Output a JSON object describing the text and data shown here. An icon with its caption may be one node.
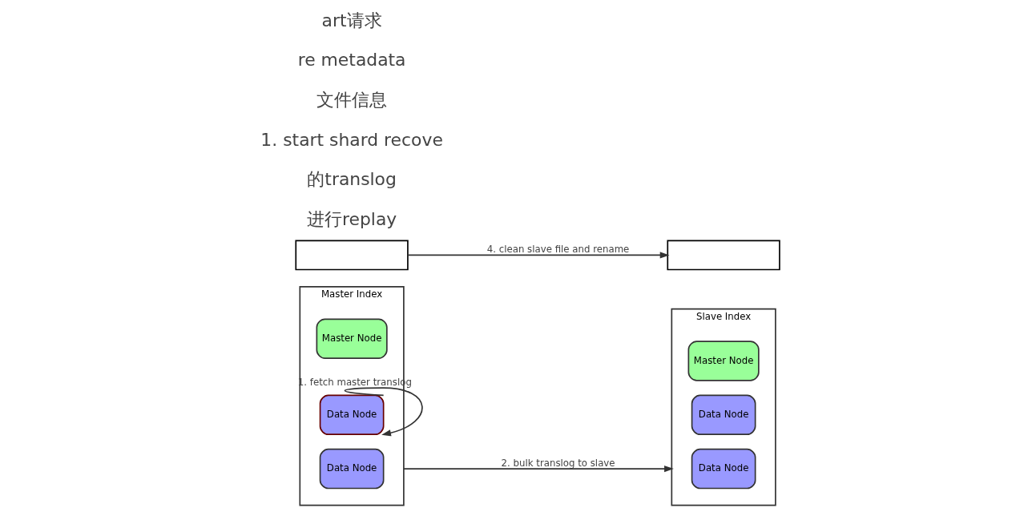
{
  "diagram": {
    "nodes": [
      {
        "text": [
          "Master Index"
        ]
      },
      {
        "text": [
          "Master Node"
        ],
        "in": 0
      },
      {
        "text": [
          "Data Node"
        ],
        "in": 0
      },
      {
        "text": [
          "Data Node"
        ],
        "in": 0
      },
      {
        "text": [
          "Slave Index"
        ]
      },
      {
        "text": [
          "Master Node"
        ],
        "in": 4
      },
      {
        "text": [
          "Data Node"
        ],
        "in": 4
      },
      {
        "text": [
          "Data Node"
        ],
        "in": 4
      },
      {
        "text": [],
        "shape": "box"
      },
      {
        "text": [],
        "shape": "box"
      }
    ],
    "edges": [
      {
        "from": 2,
        "to": 2,
        "arrow": "to",
        "label": "1. fetch master translog"
      },
      {
        "from": 0,
        "to": 4,
        "arrow": "to",
        "label": "2. bulk translog to slave"
      },
      {
        "from": 8,
        "to": 9,
        "arrow": "to",
        "label": "4. clean slave file and rename"
      }
    ],
    "labels": [
      "art请求",
      "re metadata",
      "文件信息",
      "1. start shard recove",
      "的translog",
      "进行replay"
    ]
  }
}
